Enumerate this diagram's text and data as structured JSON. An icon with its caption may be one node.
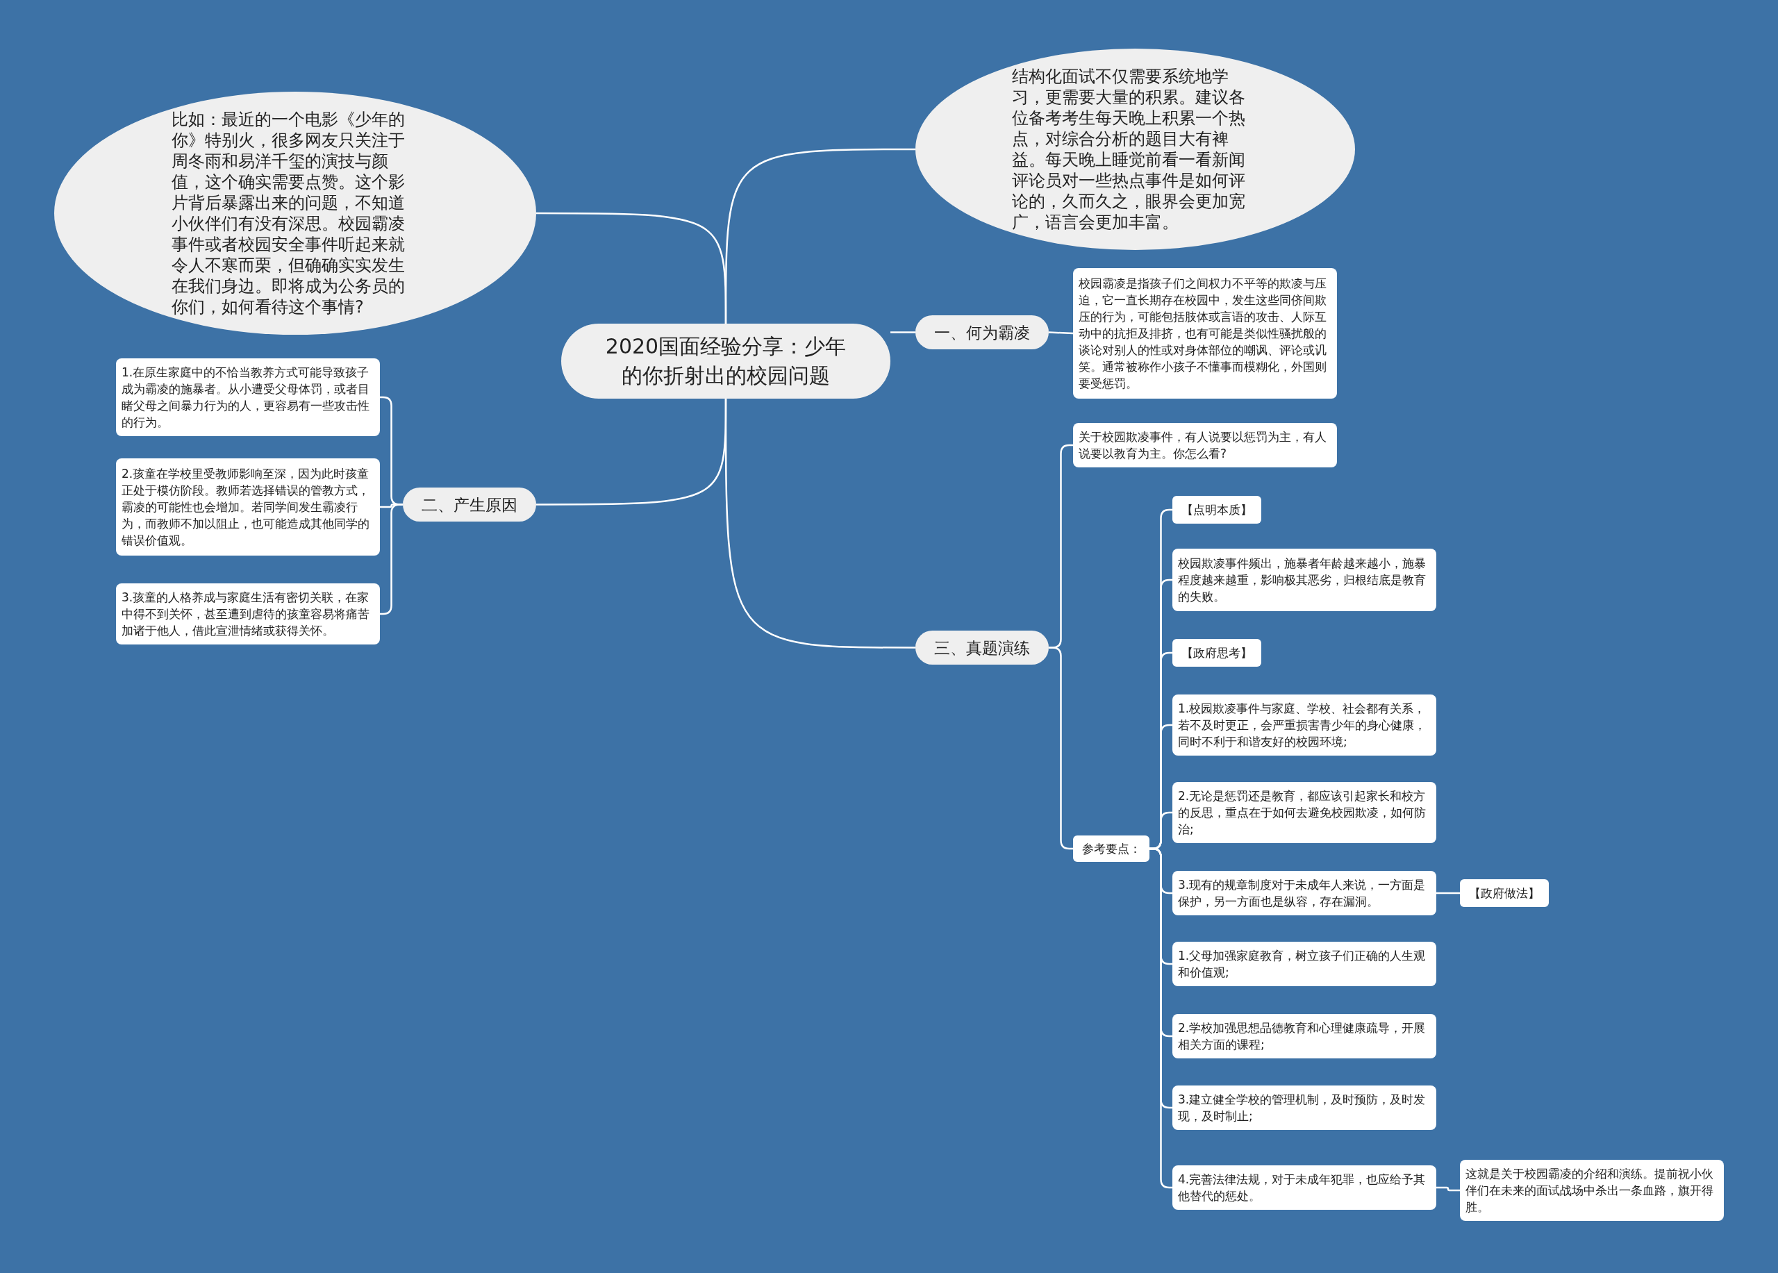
{
  "diagram": {
    "nodes": [
      {
        "text": [
          "2020国面经验分享：少年的你折射出的校园问题"
        ]
      },
      {
        "text": [
          "比如：最近的一个电影《少年的你》特别火，很多网友只关注于周冬雨和易洋千玺的演技与颜值，这个确实需要点赞。这个影片背后暴露出来的问题，不知道小伙伴们有没有深思。校园霸凌事件或者校园安全事件听起来就令人不寒而栗，但确确实实发生在我们身边。即将成为公务员的你们，如何看待这个事情?"
        ]
      },
      {
        "text": [
          "结构化面试不仅需要系统地学习，更需要大量的积累。建议各位备考考生每天晚上积累一个热点，对综合分析的题目大有裨益。每天晚上睡觉前看一看新闻评论员对一些热点事件是如何评论的，久而久之，眼界会更加宽广，语言会更加丰富。"
        ]
      },
      {
        "text": [
          "一、何为霸凌"
        ]
      },
      {
        "text": [
          "校园霸凌是指孩子们之间权力不平等的欺凌与压迫，它一直长期存在校园中，发生这些同侪间欺压的行为，可能包括肢体或言语的攻击、人际互动中的抗拒及排挤，也有可能是类似性骚扰般的谈论对别人的性或对身体部位的嘲讽、评论或讥笑。通常被称作小孩子不懂事而模糊化，外国则要受惩罚。"
        ]
      },
      {
        "text": [
          "二、产生原因"
        ]
      },
      {
        "text": [
          "1.在原生家庭中的不恰当教养方式可能导致孩子成为霸凌的施暴者。从小遭受父母体罚，或者目睹父母之间暴力行为的人，更容易有一些攻击性的行为。"
        ]
      },
      {
        "text": [
          "2.孩童在学校里受教师影响至深，因为此时孩童正处于模仿阶段。教师若选择错误的管教方式，霸凌的可能性也会增加。若同学间发生霸凌行为，而教师不加以阻止，也可能造成其他同学的错误价值观。"
        ]
      },
      {
        "text": [
          "3.孩童的人格养成与家庭生活有密切关联，在家中得不到关怀，甚至遭到虐待的孩童容易将痛苦加诸于他人，借此宣泄情绪或获得关怀。"
        ]
      },
      {
        "text": [
          "三、真题演练"
        ]
      },
      {
        "text": [
          "关于校园欺凌事件，有人说要以惩罚为主，有人说要以教育为主。你怎么看?"
        ]
      },
      {
        "text": [
          "参考要点："
        ]
      },
      {
        "text": [
          "【点明本质】"
        ]
      },
      {
        "text": [
          "校园欺凌事件频出，施暴者年龄越来越小，施暴程度越来越重，影响极其恶劣，归根结底是教育的失败。"
        ]
      },
      {
        "text": [
          "【政府思考】"
        ]
      },
      {
        "text": [
          "1.校园欺凌事件与家庭、学校、社会都有关系，若不及时更正，会严重损害青少年的身心健康，同时不利于和谐友好的校园环境;"
        ]
      },
      {
        "text": [
          "2.无论是惩罚还是教育，都应该引起家长和校方的反思，重点在于如何去避免校园欺凌，如何防治;"
        ]
      },
      {
        "text": [
          "3.现有的规章制度对于未成年人来说，一方面是保护，另一方面也是纵容，存在漏洞。"
        ]
      },
      {
        "text": [
          "【政府做法】"
        ]
      },
      {
        "text": [
          "1.父母加强家庭教育，树立孩子们正确的人生观和价值观;"
        ]
      },
      {
        "text": [
          "2.学校加强思想品德教育和心理健康疏导，开展相关方面的课程;"
        ]
      },
      {
        "text": [
          "3.建立健全学校的管理机制，及时预防，及时发现，及时制止;"
        ]
      },
      {
        "text": [
          "4.完善法律法规，对于未成年犯罪，也应给予其他替代的惩处。"
        ]
      },
      {
        "text": [
          "这就是关于校园霸凌的介绍和演练。提前祝小伙伴们在未来的面试战场中杀出一条血路，旗开得胜。"
        ]
      }
    ],
    "edges": [
      {
        "from": 0,
        "to": 1,
        "arrow": "none"
      },
      {
        "from": 0,
        "to": 2,
        "arrow": "none"
      },
      {
        "from": 0,
        "to": 3,
        "arrow": "none"
      },
      {
        "from": 0,
        "to": 5,
        "arrow": "none"
      },
      {
        "from": 0,
        "to": 9,
        "arrow": "none"
      },
      {
        "from": 3,
        "to": 4,
        "arrow": "none"
      },
      {
        "from": 5,
        "to": 6,
        "arrow": "none"
      },
      {
        "from": 5,
        "to": 7,
        "arrow": "none"
      },
      {
        "from": 5,
        "to": 8,
        "arrow": "none"
      },
      {
        "from": 9,
        "to": 10,
        "arrow": "none"
      },
      {
        "from": 9,
        "to": 11,
        "arrow": "none"
      },
      {
        "from": 11,
        "to": 12,
        "arrow": "none"
      },
      {
        "from": 11,
        "to": 13,
        "arrow": "none"
      },
      {
        "from": 11,
        "to": 14,
        "arrow": "none"
      },
      {
        "from": 11,
        "to": 15,
        "arrow": "none"
      },
      {
        "from": 11,
        "to": 16,
        "arrow": "none"
      },
      {
        "from": 11,
        "to": 17,
        "arrow": "none"
      },
      {
        "from": 17,
        "to": 18,
        "arrow": "none"
      },
      {
        "from": 11,
        "to": 19,
        "arrow": "none"
      },
      {
        "from": 11,
        "to": 20,
        "arrow": "none"
      },
      {
        "from": 11,
        "to": 21,
        "arrow": "none"
      },
      {
        "from": 11,
        "to": 22,
        "arrow": "none"
      },
      {
        "from": 22,
        "to": 23,
        "arrow": "none"
      }
    ]
  }
}
